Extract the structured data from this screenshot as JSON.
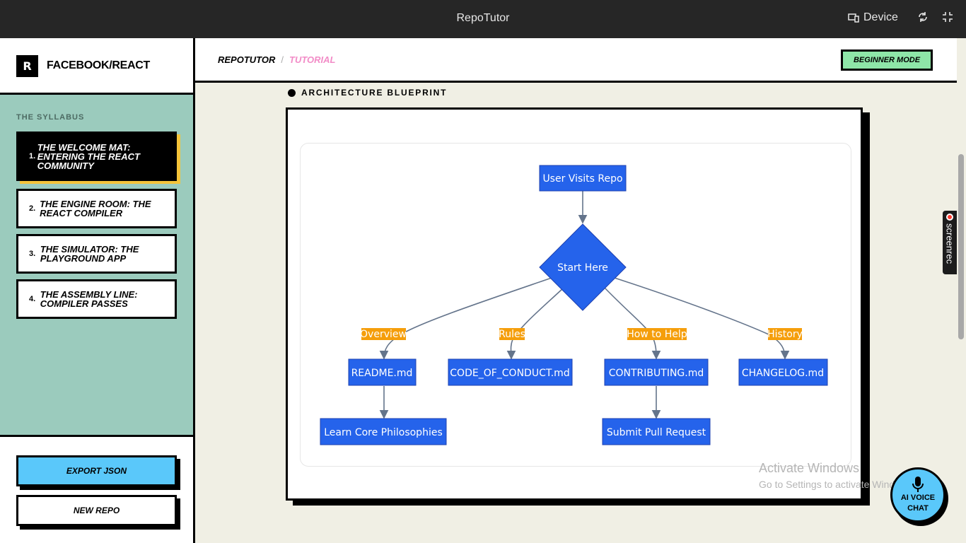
{
  "window": {
    "title": "RepoTutor",
    "device_label": "Device"
  },
  "sidebar": {
    "logo_letter": "R",
    "repo_name": "FACEBOOK/REACT",
    "syllabus_heading": "THE SYLLABUS",
    "lessons": [
      {
        "num": "1.",
        "title": "THE WELCOME MAT: ENTERING THE REACT COMMUNITY"
      },
      {
        "num": "2.",
        "title": "THE ENGINE ROOM: THE REACT COMPILER"
      },
      {
        "num": "3.",
        "title": "THE SIMULATOR: THE PLAYGROUND APP"
      },
      {
        "num": "4.",
        "title": "THE ASSEMBLY LINE: COMPILER PASSES"
      }
    ],
    "export_label": "EXPORT JSON",
    "new_repo_label": "NEW REPO"
  },
  "header": {
    "breadcrumb_root": "REPOTUTOR",
    "breadcrumb_sep": "/",
    "breadcrumb_current": "TUTORIAL",
    "mode_label": "BEGINNER MODE"
  },
  "main": {
    "section_label": "ARCHITECTURE BLUEPRINT"
  },
  "diagram": {
    "nodes": {
      "user": "User Visits Repo",
      "start": "Start Here",
      "readme": "README.md",
      "coc": "CODE_OF_CONDUCT.md",
      "contrib": "CONTRIBUTING.md",
      "changelog": "CHANGELOG.md",
      "philosophies": "Learn Core Philosophies",
      "pr": "Submit Pull Request"
    },
    "edges": {
      "overview": "Overview",
      "rules": "Rules",
      "howto": "How to Help",
      "history": "History"
    },
    "colors": {
      "node": "#2563eb",
      "edge": "#64748b",
      "edge_label_bg": "#f59e0b"
    }
  },
  "overlay": {
    "screenrec_label": "screenrec",
    "watermark_line1": "Activate Windows",
    "watermark_line2": "Go to Settings to activate Windows.",
    "voice_label": "AI VOICE CHAT"
  },
  "colors": {
    "syllabus_bg": "#9bcbbd",
    "active_shadow": "#f5c43a",
    "export_bg": "#5ac8fa",
    "mode_bg": "#8ee6a8",
    "breadcrumb_current": "#f28cc7",
    "page_bg": "#f0efe4"
  }
}
